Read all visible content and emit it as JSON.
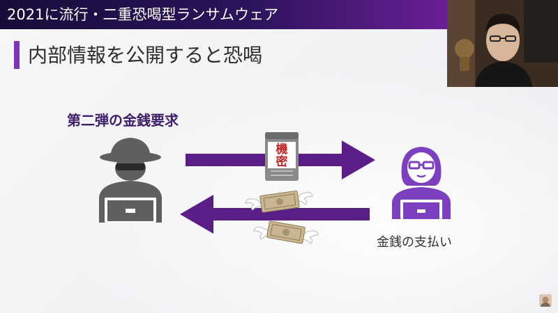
{
  "banner": {
    "title": "2021に流行・二重恐喝型ランサムウェア"
  },
  "slide": {
    "title": "内部情報を公開すると恐喝",
    "demand_label": "第二弾の金銭要求",
    "document_label": "機密",
    "payment_label": "金銭の支払い"
  },
  "colors": {
    "accent": "#7a35b8",
    "arrow": "#5b1d86",
    "hacker": "#5f5f5f",
    "victim": "#7b3fc0",
    "stamp": "#c0282a"
  },
  "icons": [
    "hacker-icon",
    "victim-icon",
    "confidential-document-icon",
    "winged-money-icon"
  ]
}
